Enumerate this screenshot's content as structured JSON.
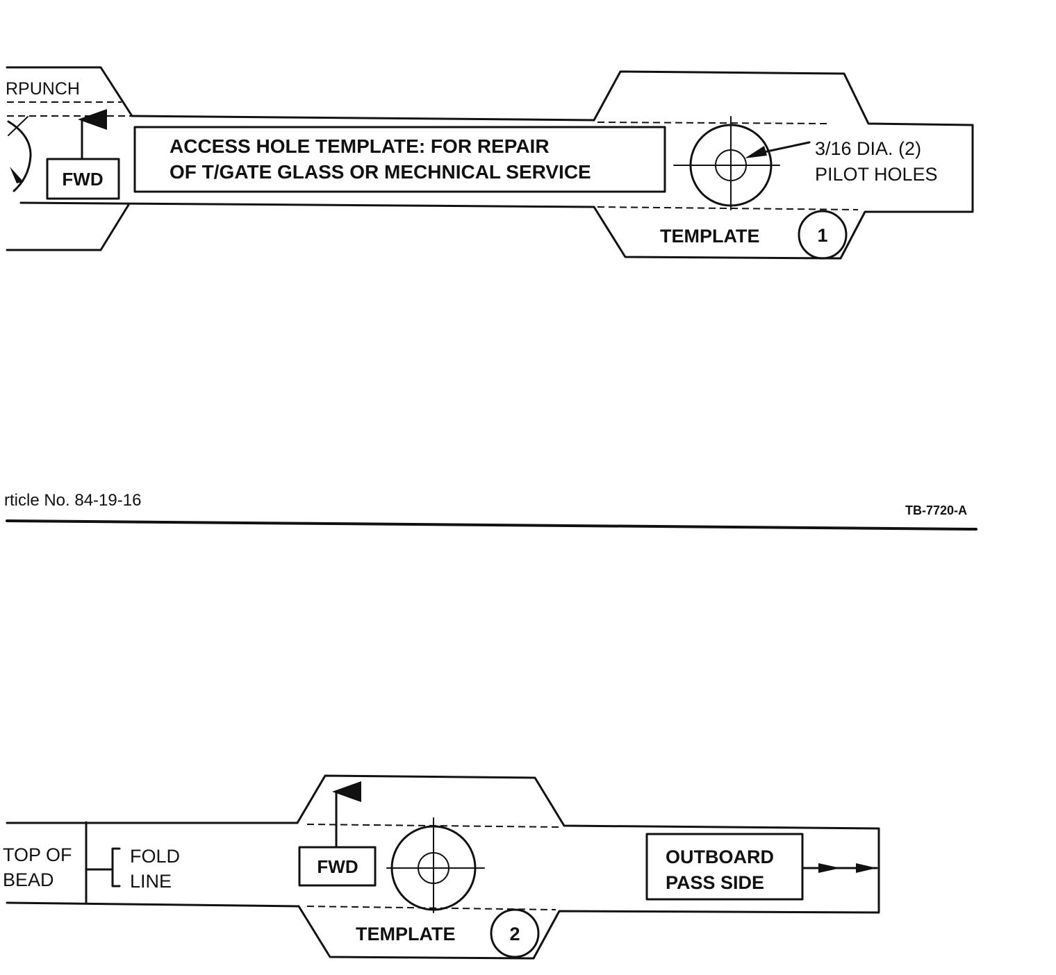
{
  "template1": {
    "cut_label": "RPUNCH",
    "fwd_label": "FWD",
    "title_line1": "ACCESS HOLE TEMPLATE: FOR REPAIR",
    "title_line2": "OF T/GATE GLASS OR MECHNICAL SERVICE",
    "callout_line1": "3/16 DIA. (2)",
    "callout_line2": "PILOT HOLES",
    "template_label": "TEMPLATE",
    "template_number": "1"
  },
  "divider": {
    "article_label": "rticle No. 84-19-16",
    "figure_id": "TB-7720-A"
  },
  "template2": {
    "top_bead_line1": "TOP OF",
    "top_bead_line2": "BEAD",
    "fold_line1": "FOLD",
    "fold_line2": "LINE",
    "fwd_label": "FWD",
    "outboard_line1": "OUTBOARD",
    "outboard_line2": "PASS SIDE",
    "template_label": "TEMPLATE",
    "template_number": "2"
  }
}
